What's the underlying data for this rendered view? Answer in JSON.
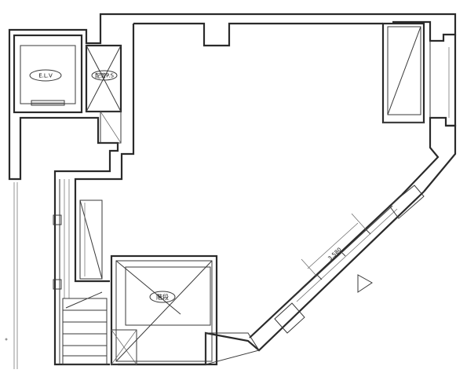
{
  "labels": {
    "elevator": "E.L.V",
    "pipe_space": "配管P.S",
    "stairs": "階段",
    "dimension": "3.580"
  },
  "icons": {
    "entrance_marker": "triangle-entrance-icon"
  }
}
